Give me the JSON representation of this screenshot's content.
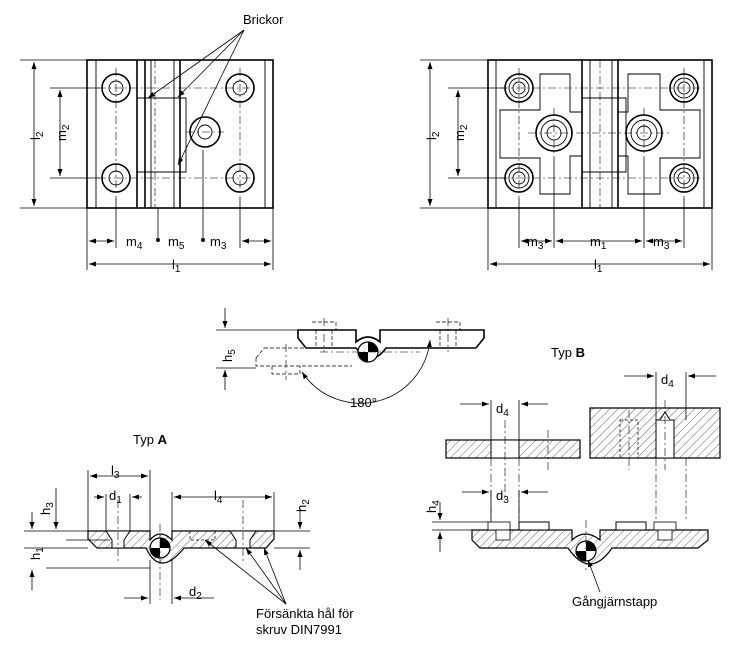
{
  "labels": {
    "brickor": "Brickor",
    "typ_a": "Typ",
    "typ_a_letter": "A",
    "typ_b": "Typ",
    "typ_b_letter": "B",
    "angle": "180°",
    "countersunk_line1": "Försänkta hål för",
    "countersunk_line2": "skruv DIN7991",
    "hinge_pin": "Gångjärnstapp"
  },
  "dims": {
    "l": "l",
    "m": "m",
    "h": "h",
    "d": "d",
    "s1": "1",
    "s2": "2",
    "s3": "3",
    "s4": "4",
    "s5": "5"
  }
}
